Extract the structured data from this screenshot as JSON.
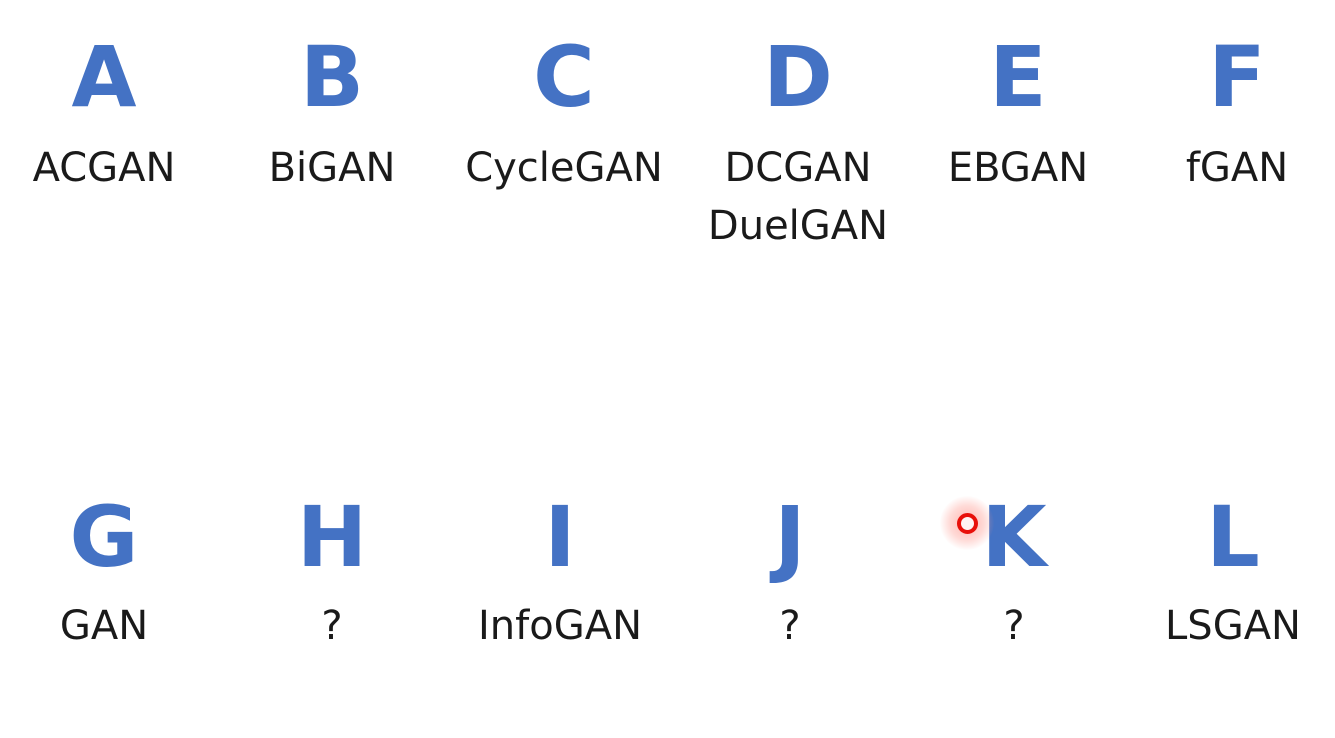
{
  "rows": [
    [
      {
        "letter": "A",
        "names": [
          "ACGAN"
        ]
      },
      {
        "letter": "B",
        "names": [
          "BiGAN"
        ]
      },
      {
        "letter": "C",
        "names": [
          "CycleGAN"
        ]
      },
      {
        "letter": "D",
        "names": [
          "DCGAN",
          "DuelGAN"
        ]
      },
      {
        "letter": "E",
        "names": [
          "EBGAN"
        ]
      },
      {
        "letter": "F",
        "names": [
          "fGAN"
        ]
      }
    ],
    [
      {
        "letter": "G",
        "names": [
          "GAN"
        ]
      },
      {
        "letter": "H",
        "names": [
          "?"
        ]
      },
      {
        "letter": "I",
        "names": [
          "InfoGAN"
        ]
      },
      {
        "letter": "J",
        "names": [
          "?"
        ]
      },
      {
        "letter": "K",
        "names": [
          "?"
        ]
      },
      {
        "letter": "L",
        "names": [
          "LSGAN"
        ]
      }
    ]
  ],
  "colors": {
    "letter": "#4472c4",
    "name": "#1a1a1a",
    "pointer": "#e8100a"
  },
  "pointer_icon": "laser-pointer-icon"
}
